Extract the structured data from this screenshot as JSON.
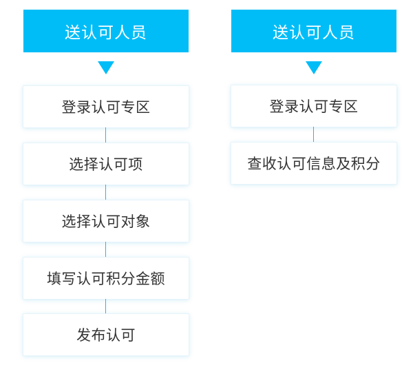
{
  "accent_color": "#00bdf7",
  "left_flow": {
    "title": "送认可人员",
    "steps": [
      {
        "label": "登录认可专区"
      },
      {
        "label": "选择认可项"
      },
      {
        "label": "选择认可对象"
      },
      {
        "label": "填写认可积分金额"
      },
      {
        "label": "发布认可"
      }
    ]
  },
  "right_flow": {
    "title": "送认可人员",
    "steps": [
      {
        "label": "登录认可专区"
      },
      {
        "label": "查收认可信息及积分"
      }
    ]
  }
}
